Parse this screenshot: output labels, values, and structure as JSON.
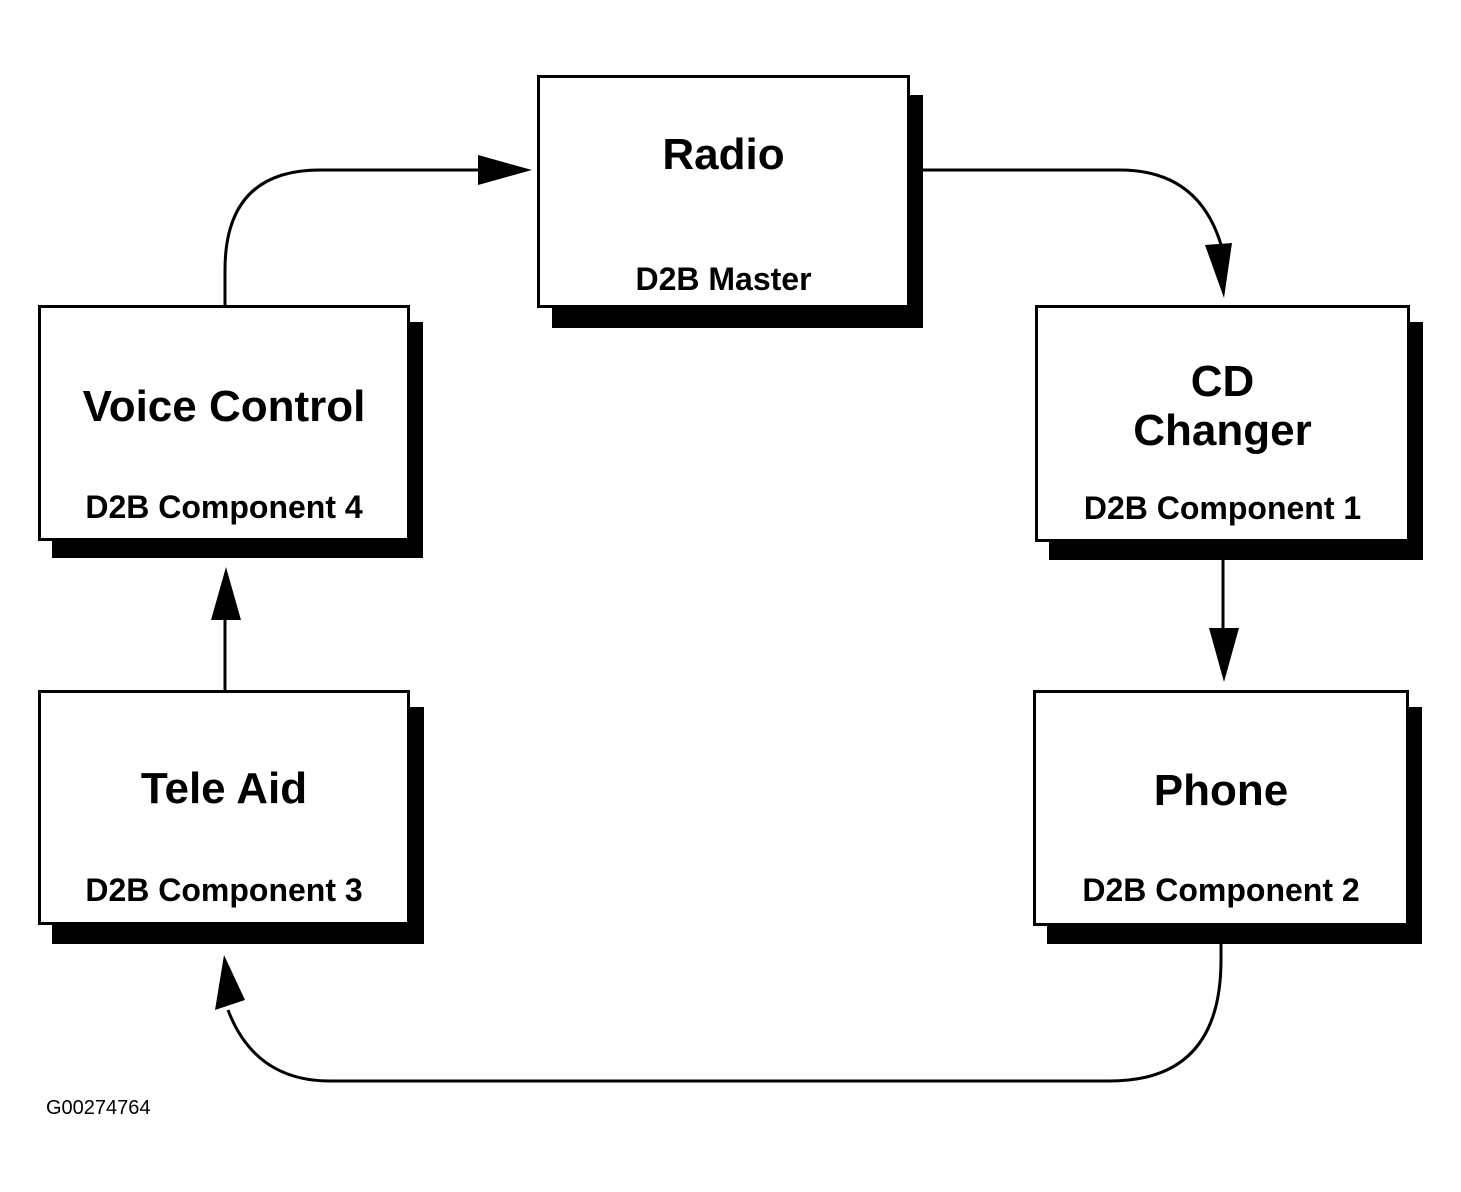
{
  "diagram": {
    "nodes": {
      "radio": {
        "title": "Radio",
        "subtitle": "D2B Master"
      },
      "cd_changer": {
        "title_line1": "CD",
        "title_line2": "Changer",
        "subtitle": "D2B Component 1"
      },
      "phone": {
        "title": "Phone",
        "subtitle": "D2B Component 2"
      },
      "tele_aid": {
        "title": "Tele Aid",
        "subtitle": "D2B Component 3"
      },
      "voice_control": {
        "title": "Voice Control",
        "subtitle": "D2B Component 4"
      }
    },
    "edges": [
      {
        "from": "radio",
        "to": "cd_changer"
      },
      {
        "from": "cd_changer",
        "to": "phone"
      },
      {
        "from": "phone",
        "to": "tele_aid"
      },
      {
        "from": "tele_aid",
        "to": "voice_control"
      },
      {
        "from": "voice_control",
        "to": "radio"
      }
    ],
    "figure_id": "G00274764"
  }
}
